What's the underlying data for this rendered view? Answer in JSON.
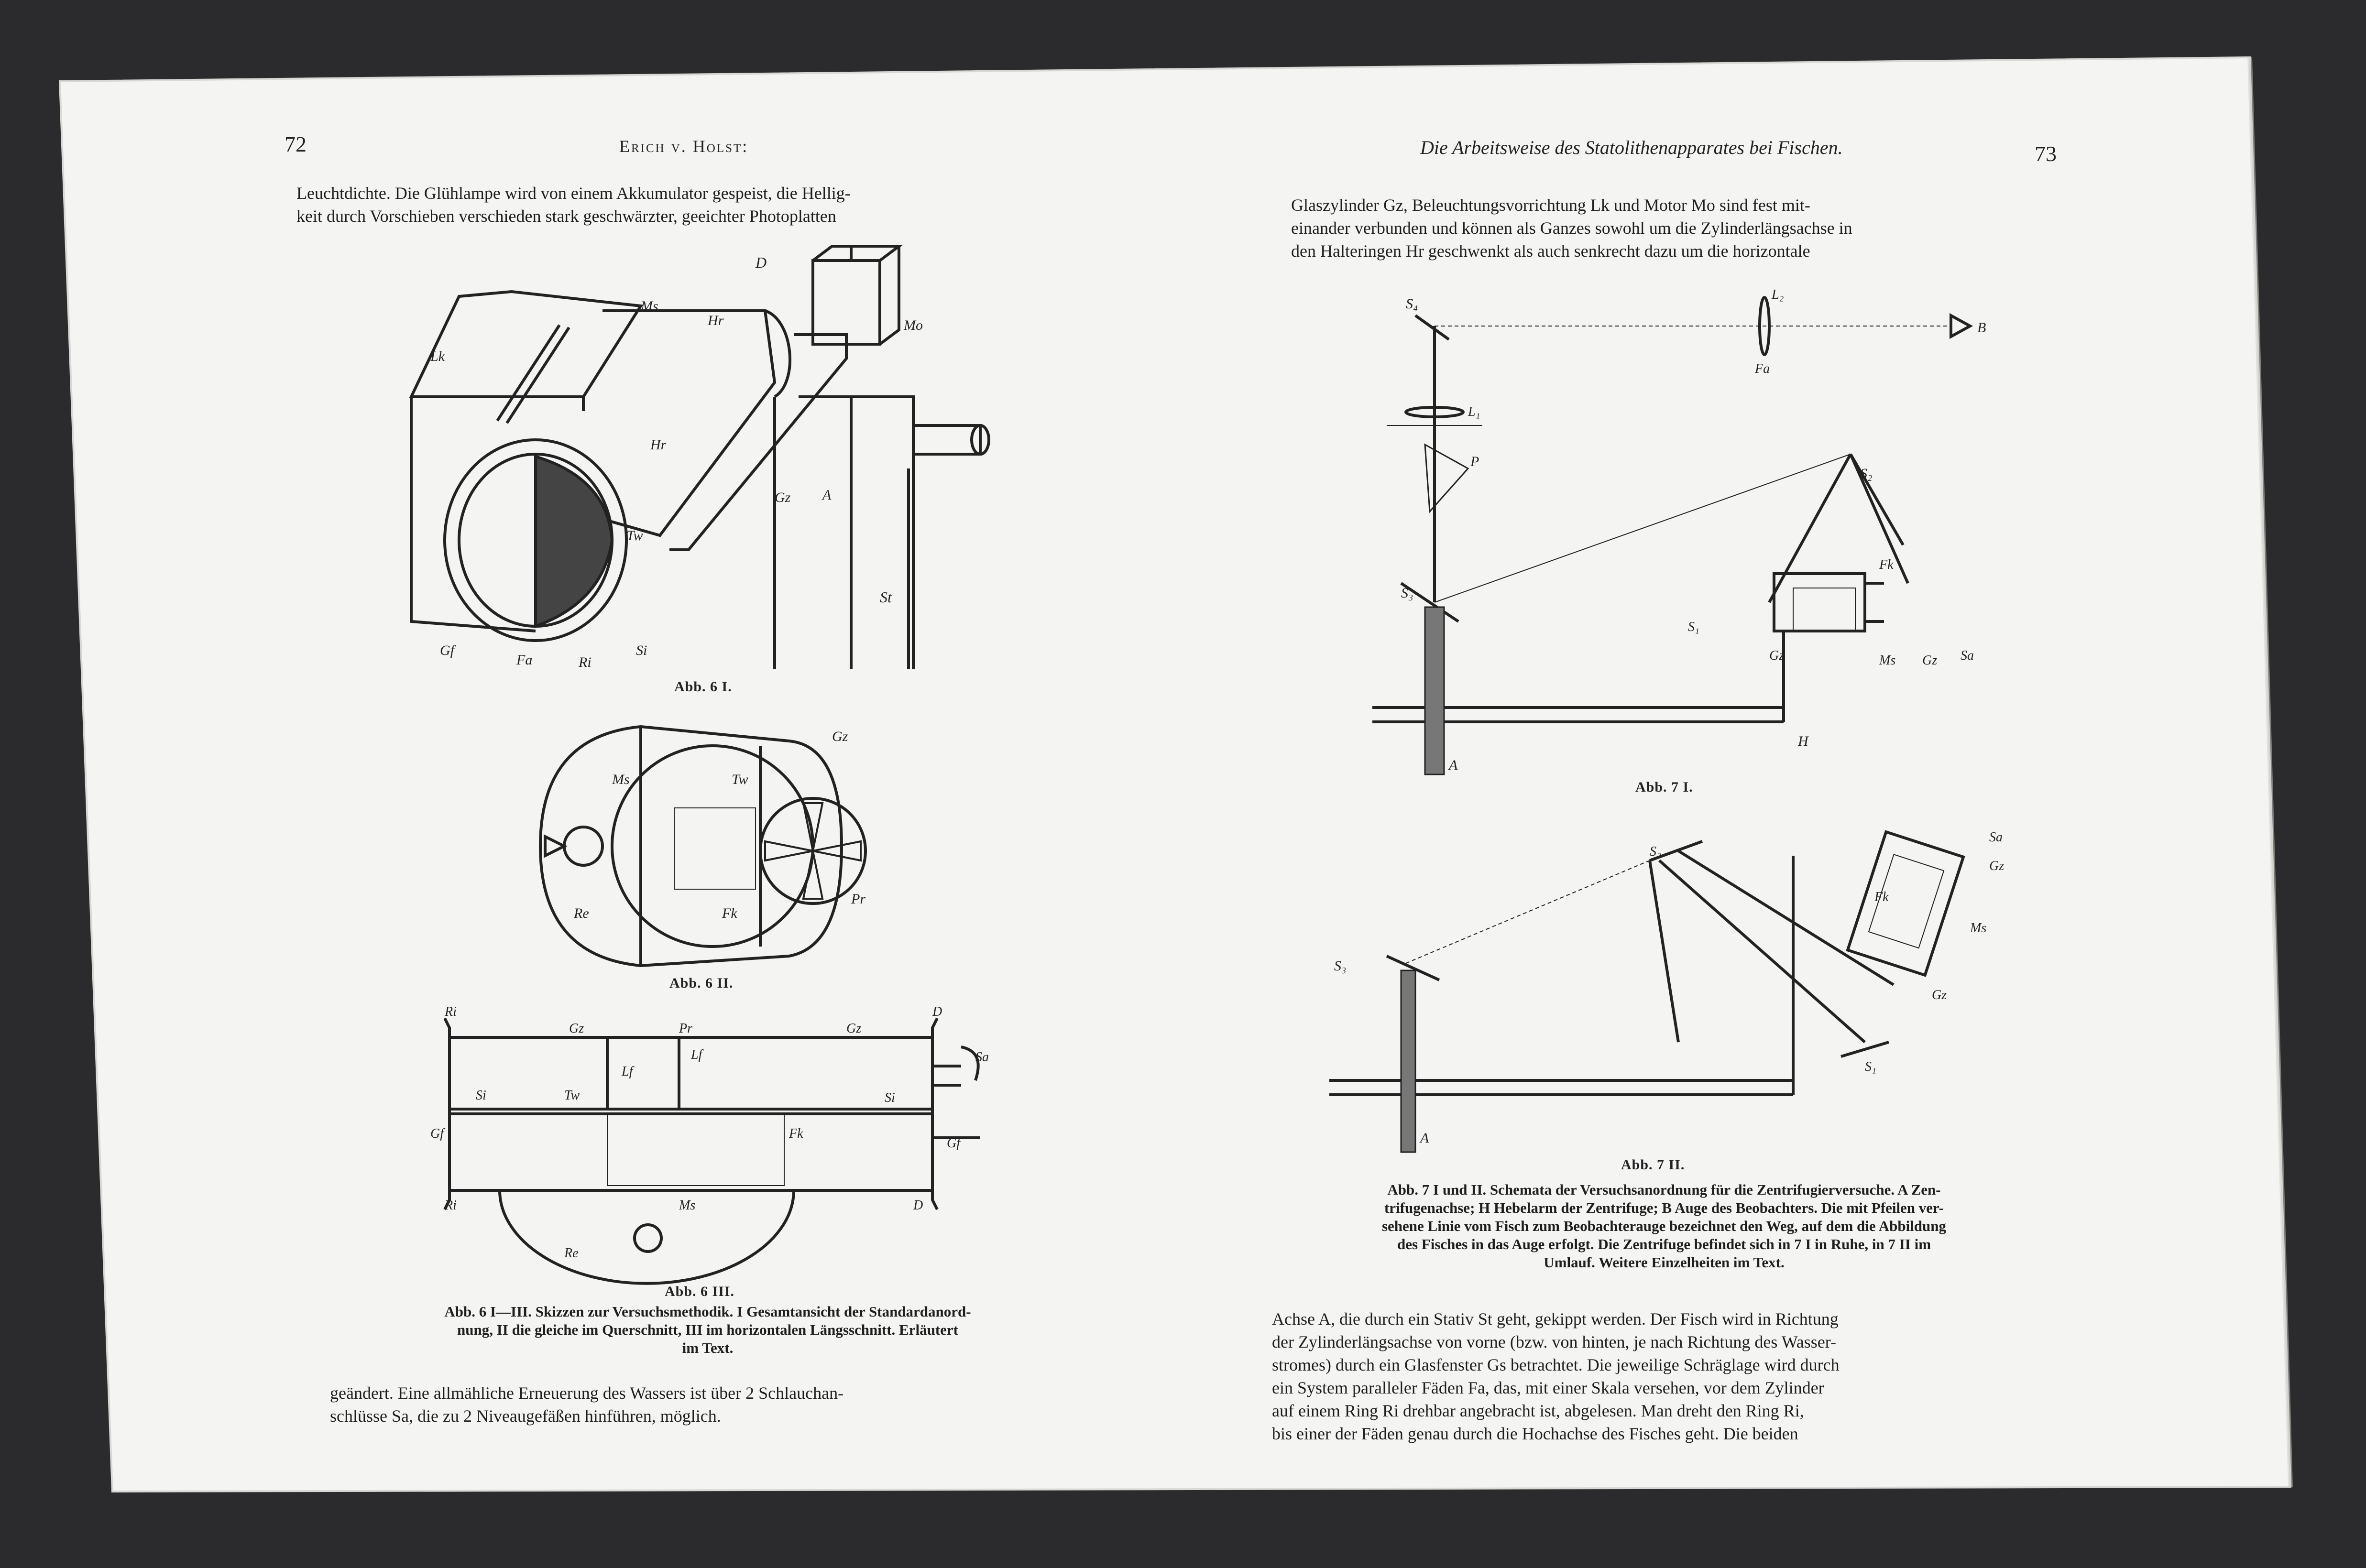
{
  "left_page": {
    "page_number": "72",
    "running_head": "Erich v. Holst:",
    "top_text": [
      "Leuchtdichte. Die Glühlampe wird von einem Akkumulator gespeist, die Hellig-",
      "keit durch Vorschieben verschieden stark geschwärzter, geeichter Photoplatten"
    ],
    "figures": {
      "fig6_1": {
        "label": "Abb. 6 I.",
        "labels": {
          "D": "D",
          "Ms": "Ms",
          "Hr1": "Hr",
          "Mo": "Mo",
          "Lk": "Lk",
          "Hr2": "Hr",
          "Gz": "Gz",
          "A": "A",
          "Tw": "Tw",
          "St": "St",
          "Gf": "Gf",
          "Fa": "Fa",
          "Ri": "Ri",
          "Si": "Si"
        }
      },
      "fig6_2": {
        "label": "Abb. 6 II.",
        "labels": {
          "Gz": "Gz",
          "Ms": "Ms",
          "Tw": "Tw",
          "Pr": "Pr",
          "Re": "Re",
          "Fk": "Fk"
        }
      },
      "fig6_3": {
        "label": "Abb. 6 III.",
        "labels": {
          "Ri1": "Ri",
          "Gz1": "Gz",
          "Pr": "Pr",
          "Gz2": "Gz",
          "D1": "D",
          "Lf1": "Lf",
          "Lf2": "Lf",
          "Sa": "Sa",
          "Si1": "Si",
          "Tw": "Tw",
          "Si2": "Si",
          "Gf1": "Gf",
          "Gf2": "Gf",
          "Fk": "Fk",
          "Ri2": "Ri",
          "Ms": "Ms",
          "D2": "D",
          "Re": "Re"
        }
      }
    },
    "caption_lines": [
      "Abb. 6 I—III. Skizzen zur Versuchsmethodik. I Gesamtansicht der Standardanord-",
      "nung, II die gleiche im Querschnitt, III im horizontalen Längsschnitt. Erläutert",
      "im Text."
    ],
    "bottom_text": [
      "geändert. Eine allmähliche Erneuerung des Wassers ist über 2 Schlauchan-",
      "schlüsse Sa, die zu 2 Niveaugefäßen hinführen, möglich."
    ]
  },
  "right_page": {
    "page_number": "73",
    "running_title": "Die Arbeitsweise des Statolithenapparates bei Fischen.",
    "top_text": [
      "Glaszylinder Gz, Beleuchtungsvorrichtung Lk und Motor Mo sind fest mit-",
      "einander verbunden und können als Ganzes sowohl um die Zylinderlängsachse in",
      "den Halteringen Hr geschwenkt als auch senkrecht dazu um die horizontale"
    ],
    "figures": {
      "fig7_1": {
        "label": "Abb. 7 I.",
        "labels": {
          "S4": "S₄",
          "L2": "L₂",
          "B": "B",
          "Fa": "Fa",
          "L1": "L₁",
          "P": "P",
          "S2": "S₂",
          "S3": "S₃",
          "Fk": "Fk",
          "S1": "S₁",
          "Gz1": "Gz",
          "Ms": "Ms",
          "Gz2": "Gz",
          "Sa": "Sa",
          "H": "H",
          "A": "A"
        }
      },
      "fig7_2": {
        "label": "Abb. 7 II.",
        "labels": {
          "Sa": "Sa",
          "S2": "S₂",
          "Gz1": "Gz",
          "Fk": "Fk",
          "Ms": "Ms",
          "S3": "S₃",
          "Gz2": "Gz",
          "S1": "S₁",
          "A": "A"
        }
      }
    },
    "caption_lines": [
      "Abb. 7 I und II. Schemata der Versuchsanordnung für die Zentrifugierversuche. A Zen-",
      "trifugenachse; H Hebelarm der Zentrifuge; B Auge des Beobachters. Die mit Pfeilen ver-",
      "sehene Linie vom Fisch zum Beobachterauge bezeichnet den Weg, auf dem die Abbildung",
      "des Fisches in das Auge erfolgt. Die Zentrifuge befindet sich in 7 I in Ruhe, in 7 II im",
      "Umlauf. Weitere Einzelheiten im Text."
    ],
    "bottom_text": [
      "Achse A, die durch ein Stativ St geht, gekippt werden. Der Fisch wird in Richtung",
      "der Zylinderlängsachse von vorne (bzw. von hinten, je nach Richtung des Wasser-",
      "stromes) durch ein Glasfenster Gs betrachtet. Die jeweilige Schräglage wird durch",
      "ein System paralleler Fäden Fa, das, mit einer Skala versehen, vor dem Zylinder",
      "auf einem Ring Ri drehbar angebracht ist, abgelesen. Man dreht den Ring Ri,",
      "bis einer der Fäden genau durch die Hochachse des Fisches geht. Die beiden"
    ]
  }
}
